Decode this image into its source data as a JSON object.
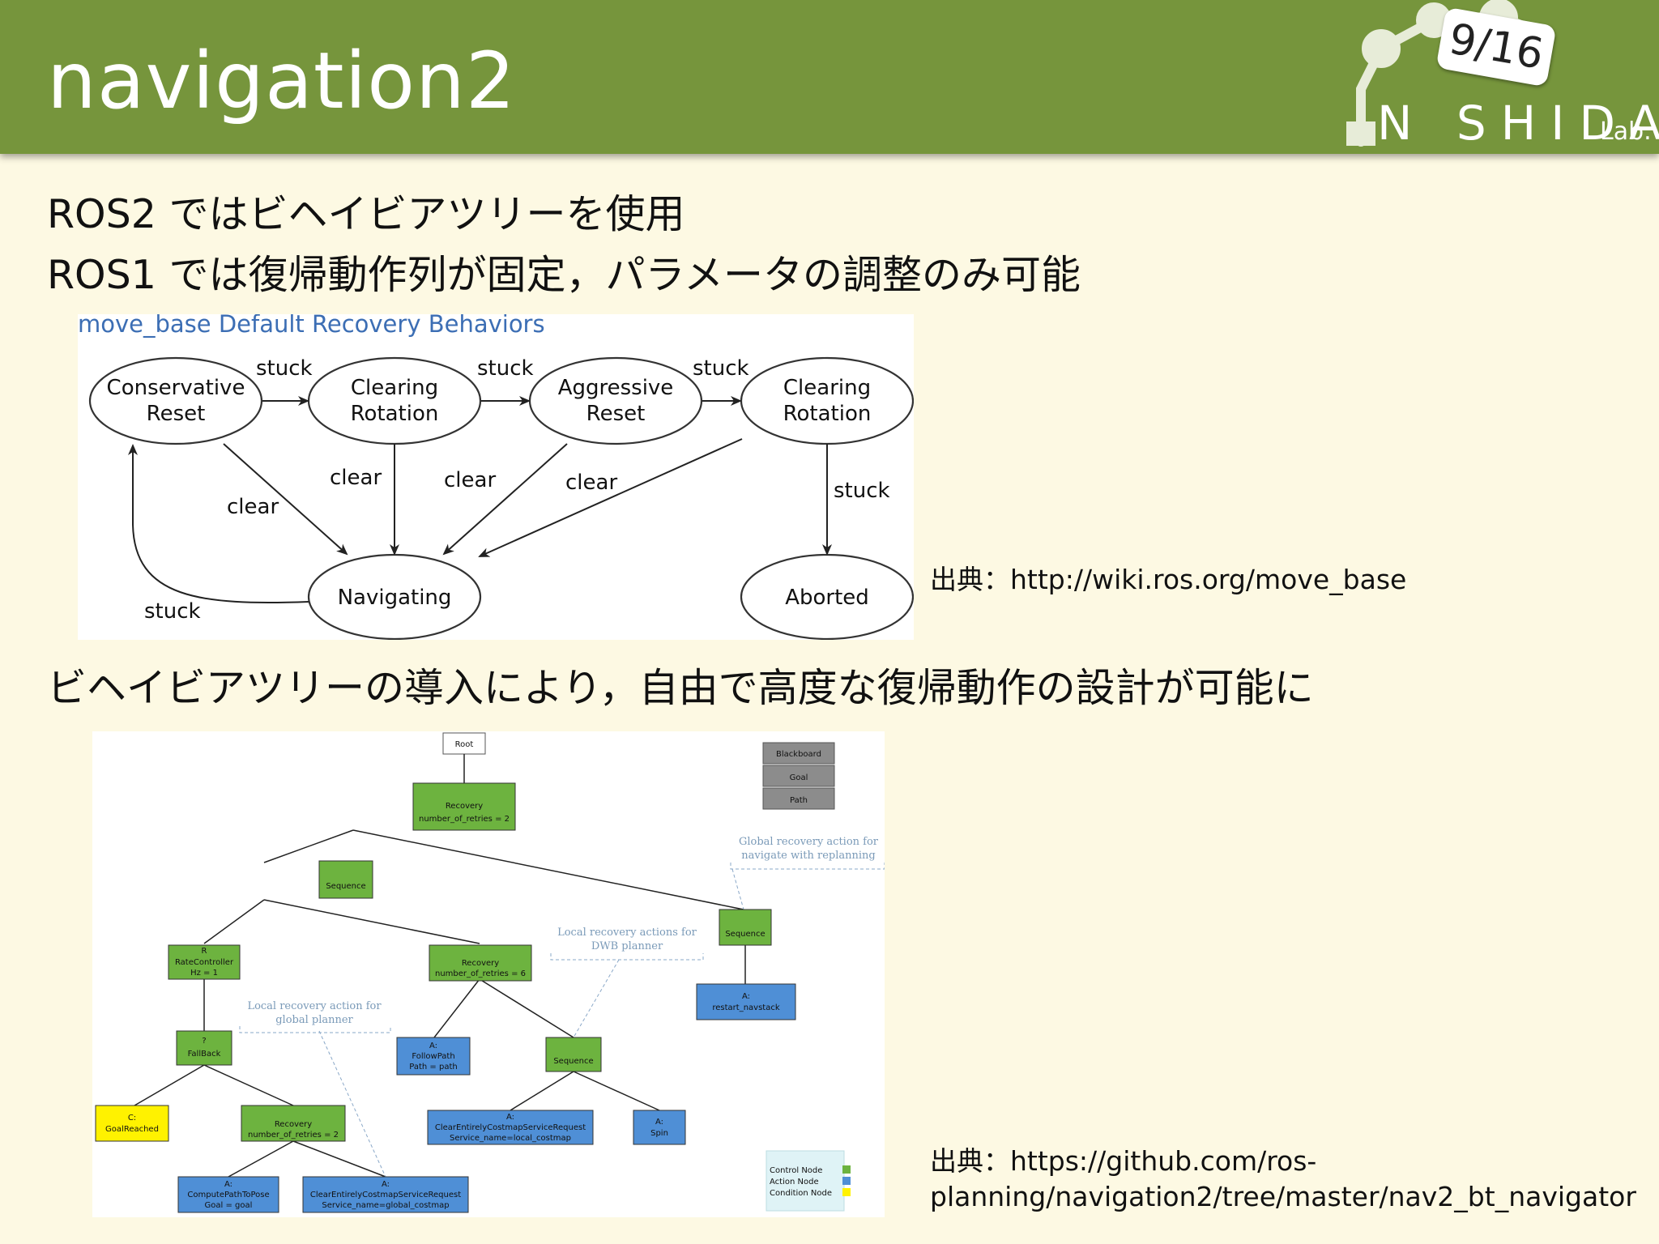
{
  "header": {
    "title": "navigation2",
    "page": "9/16",
    "lab": "Lab.",
    "logo_text": "N SHIDA"
  },
  "bullets": [
    "ROS2 ではビヘイビアツリーを使用",
    "ROS1 では復帰動作列が固定，パラメータの調整のみ可能",
    "ビヘイビアツリーの導入により，自由で高度な復帰動作の設計が可能に"
  ],
  "figure1": {
    "title": "move_base Default Recovery Behaviors",
    "nodes": {
      "conservative": [
        "Conservative",
        "Reset"
      ],
      "clearing1": [
        "Clearing",
        "Rotation"
      ],
      "aggressive": [
        "Aggressive",
        "Reset"
      ],
      "clearing2": [
        "Clearing",
        "Rotation"
      ],
      "navigating": "Navigating",
      "aborted": "Aborted"
    },
    "edge_labels": {
      "stuck1": "stuck",
      "stuck2": "stuck",
      "stuck3": "stuck",
      "stuck4": "stuck",
      "stuck5": "stuck",
      "clear1": "clear",
      "clear2": "clear",
      "clear3": "clear",
      "clear4": "clear"
    }
  },
  "source1": "出典：http://wiki.ros.org/move_base",
  "figure2": {
    "root": "Root",
    "recovery_top": [
      "Recovery",
      "number_of_retries = 2"
    ],
    "sequence_left": "Sequence",
    "sequence_right": "Sequence",
    "rate_controller": [
      "R",
      "RateController",
      "Hz = 1"
    ],
    "recovery_mid": [
      "Recovery",
      "number_of_retries = 6"
    ],
    "restart": [
      "A:",
      "restart_navstack"
    ],
    "fallback": [
      "?",
      "FallBack"
    ],
    "follow_path": [
      "A:",
      "FollowPath",
      "Path = path"
    ],
    "sequence_mid": "Sequence",
    "goal_reached": [
      "C:",
      "GoalReached"
    ],
    "recovery_low": [
      "Recovery",
      "number_of_retries = 2"
    ],
    "clear_local": [
      "A:",
      "ClearEntirelyCostmapServiceRequest",
      "Service_name=local_costmap"
    ],
    "spin": [
      "A:",
      "Spin"
    ],
    "compute_path": [
      "A:",
      "ComputePathToPose",
      "Goal = goal"
    ],
    "clear_global": [
      "A:",
      "ClearEntirelyCostmapServiceRequest",
      "Service_name=global_costmap"
    ],
    "blackboard": [
      "Blackboard",
      "Goal",
      "Path"
    ],
    "notes": {
      "global": [
        "Global recovery action for",
        "navigate with replanning"
      ],
      "local_dwb": [
        "Local recovery actions for",
        "DWB planner"
      ],
      "local_global": [
        "Local recovery action for",
        "global planner"
      ]
    },
    "legend": [
      "Control Node",
      "Action Node",
      "Condition Node"
    ],
    "colors": {
      "control": "#6db33f",
      "action": "#4f8fd6",
      "condition": "#fff200",
      "gray": "#8c8c8c"
    }
  },
  "source2": [
    "出典：https://github.com/ros-",
    "planning/navigation2/tree/master/nav2_bt_navigator"
  ]
}
